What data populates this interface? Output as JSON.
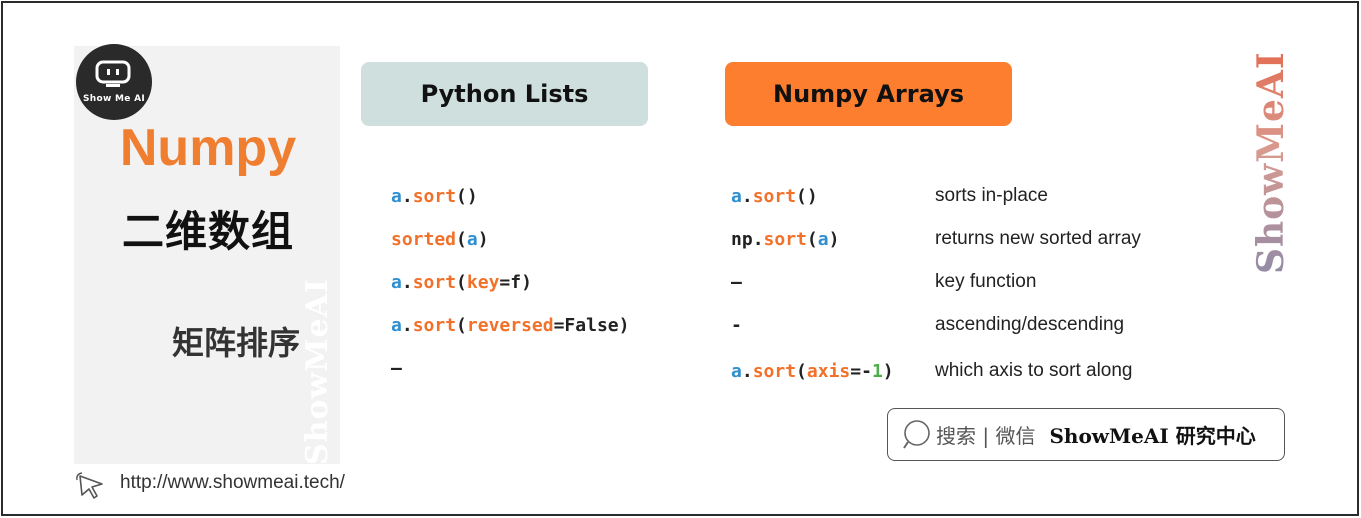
{
  "logo": {
    "text": "Show Me AI"
  },
  "left": {
    "title": "Numpy",
    "title_cn": "二维数组",
    "subtitle_cn": "矩阵排序",
    "watermark": "ShowMeAI"
  },
  "headers": {
    "python": "Python Lists",
    "numpy": "Numpy Arrays"
  },
  "python_rows": [
    {
      "a": "a",
      "b": ".",
      "c": "sort",
      "d": "()"
    },
    {
      "a": "sorted",
      "b": "(",
      "c": "a",
      "d": ")"
    },
    {
      "a": "a",
      "b": ".",
      "c": "sort",
      "d": "(",
      "e": "key",
      "f": "=f)"
    },
    {
      "a": "a",
      "b": ".",
      "c": "sort",
      "d": "(",
      "e": "reversed",
      "f": "=False)"
    },
    {
      "a": "–"
    }
  ],
  "numpy_rows": [
    {
      "a": "a",
      "b": ".",
      "c": "sort",
      "d": "()"
    },
    {
      "a": "np",
      "b": ".",
      "c": "sort",
      "d": "(",
      "e": "a",
      "f": ")"
    },
    {
      "a": "–"
    },
    {
      "a": "-"
    },
    {
      "a": "a",
      "b": ".",
      "c": "sort",
      "d": "(",
      "e": "axis",
      "f": "=-",
      "g": "1",
      "h": ")"
    }
  ],
  "descriptions": [
    "sorts in-place",
    "returns new sorted array",
    "key function",
    "ascending/descending",
    "which axis to sort along"
  ],
  "brand_vertical": "ShowMeAI",
  "search": {
    "label": "搜索 | 微信",
    "brand": "ShowMeAI 研究中心"
  },
  "footer": {
    "url": "http://www.showmeai.tech/"
  },
  "colors": {
    "accent_orange": "#fd7e2e",
    "title_orange": "#f07e30",
    "python_header_bg": "#cfdfdd",
    "code_blue": "#2f8fcf",
    "code_orange": "#f2712a",
    "code_green": "#4daf4a"
  },
  "icons": [
    "robot-logo-icon",
    "search-icon",
    "cursor-pointer-icon"
  ]
}
